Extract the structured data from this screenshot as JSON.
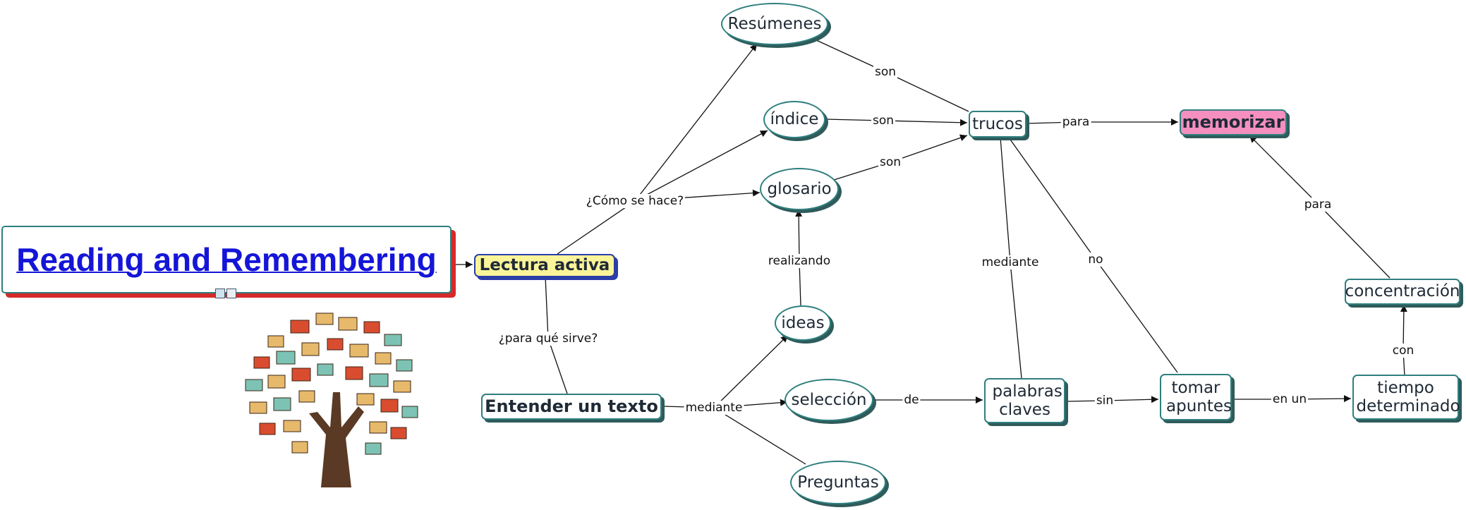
{
  "colors": {
    "edge": "#111111",
    "node_border": "#2f7f7f",
    "title_text": "#1515d8",
    "lectura_fill": "#fbf59a",
    "memorizar_fill": "#f48fbf"
  },
  "title": {
    "text": "Reading and Remembering"
  },
  "nodes": {
    "lectura_activa": "Lectura activa",
    "entender": "Entender un texto",
    "resumenes": "Resúmenes",
    "indice": "índice",
    "glosario": "glosario",
    "ideas": "ideas",
    "seleccion": "selección",
    "preguntas": "Preguntas",
    "trucos": "trucos",
    "memorizar": "memorizar",
    "palabras": "palabras claves",
    "tomar": "tomar apuntes",
    "tiempo": "tiempo determinado",
    "concentracion": "concentración"
  },
  "links": {
    "como": "¿Cómo se hace?",
    "para_que": "¿para qué sirve?",
    "son1": "son",
    "son2": "son",
    "son3": "son",
    "para1": "para",
    "para2": "para",
    "realizando": "realizando",
    "mediante1": "mediante",
    "mediante2": "mediante",
    "de": "de",
    "sin": "sin",
    "no": "no",
    "en_un": "en un",
    "con": "con"
  },
  "icons": [
    "image-icon",
    "document-icon",
    "book-tree-icon"
  ]
}
